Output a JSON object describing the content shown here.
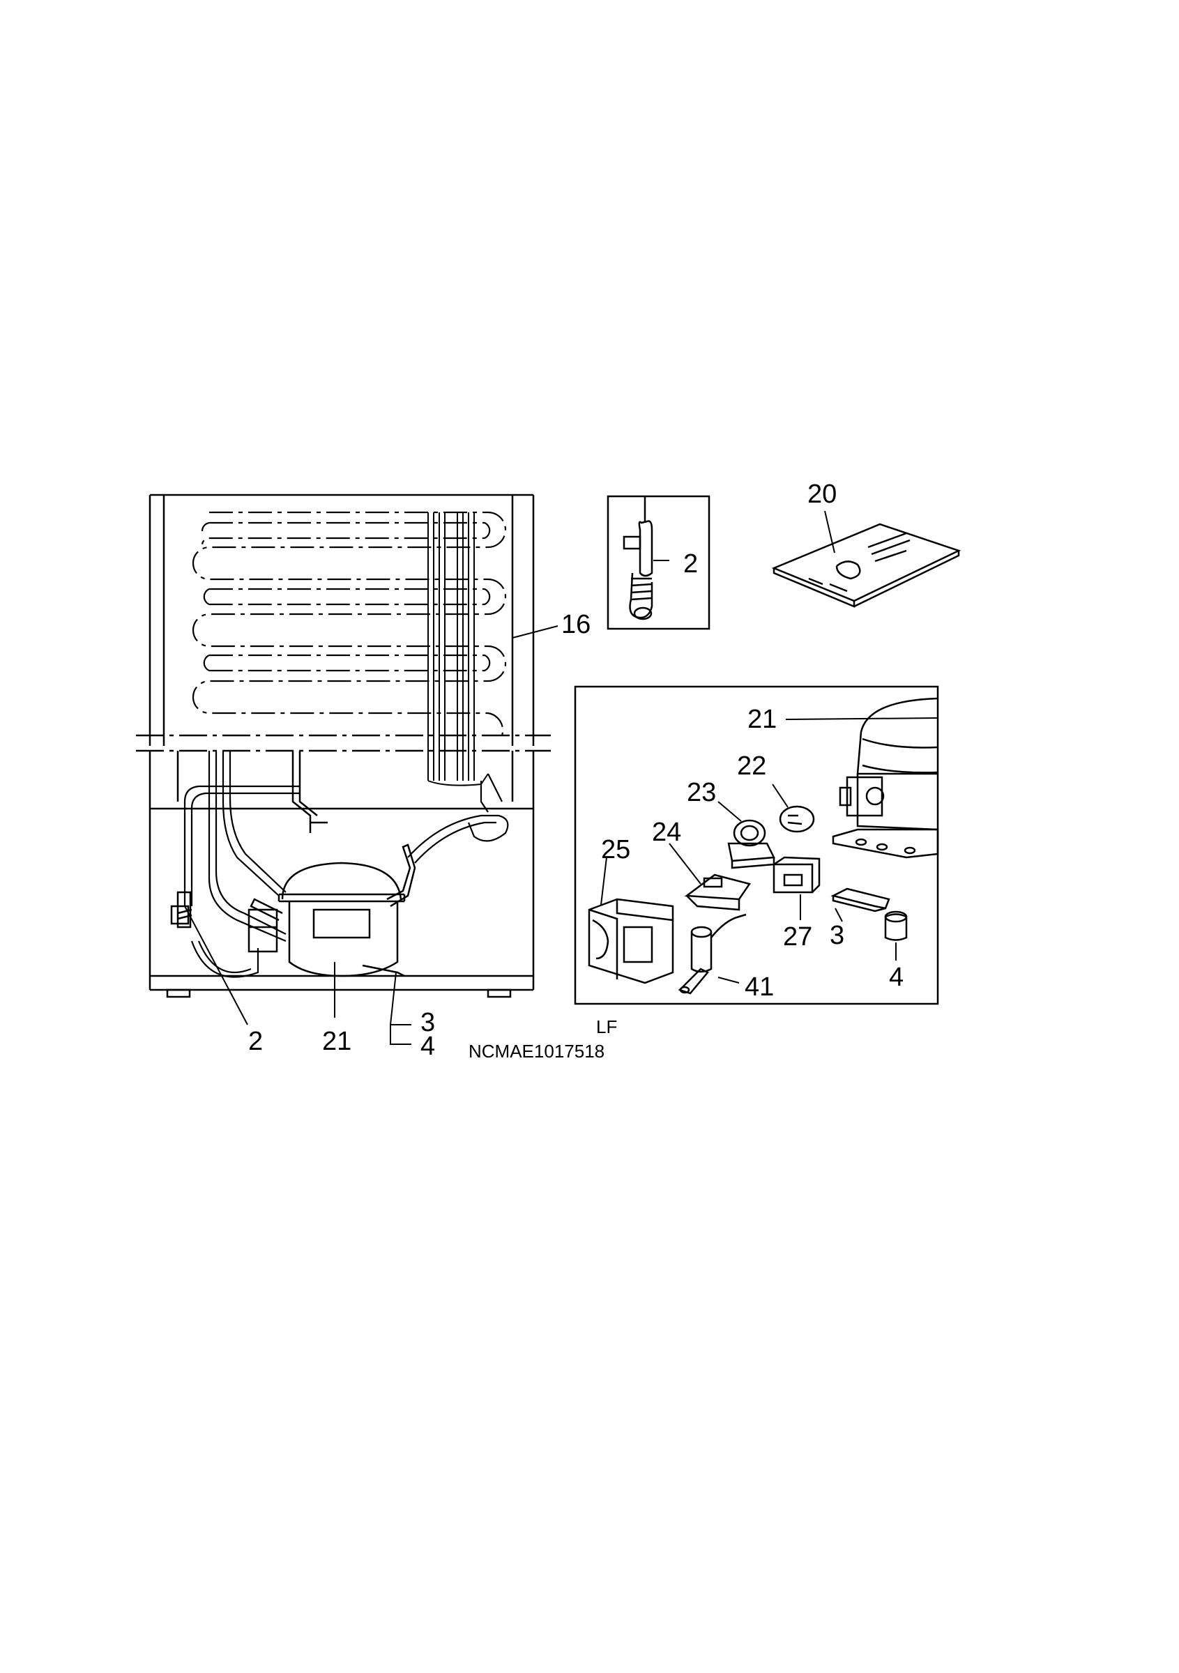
{
  "callouts": {
    "main_2": "2",
    "main_21": "21",
    "main_3": "3",
    "main_4": "4",
    "main_16": "16",
    "sensor_2": "2",
    "manual_20": "20",
    "comp_21": "21",
    "comp_22": "22",
    "comp_23": "23",
    "comp_24": "24",
    "comp_25": "25",
    "comp_27": "27",
    "comp_3": "3",
    "comp_4": "4",
    "comp_41": "41"
  },
  "footer": {
    "variant_code": "LF",
    "drawing_id": "NCMAE1017518"
  },
  "colors": {
    "ink": "#000000",
    "paper": "#ffffff"
  }
}
